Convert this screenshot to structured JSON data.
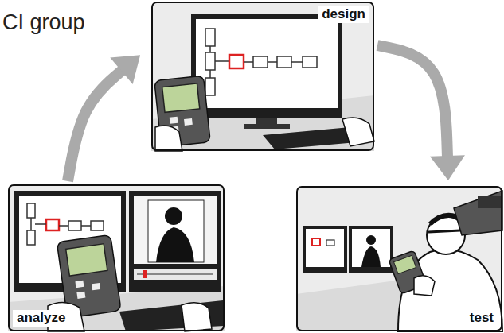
{
  "diagram": {
    "nodes": [
      {
        "text": [
          "design"
        ]
      },
      {
        "text": [
          "analyze"
        ]
      },
      {
        "text": [
          "test"
        ]
      }
    ],
    "edges": [
      {
        "from": 1,
        "to": 0,
        "arrow": "to"
      },
      {
        "from": 0,
        "to": 2,
        "arrow": "to"
      }
    ],
    "labels": [
      "CI group"
    ]
  }
}
